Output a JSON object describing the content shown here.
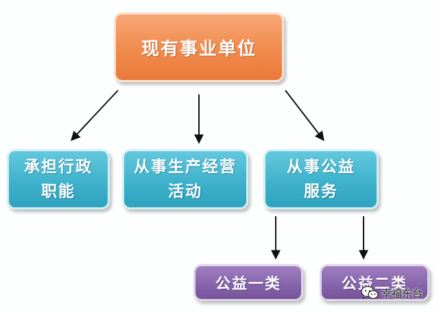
{
  "diagram": {
    "root": {
      "label": "现有事业单位"
    },
    "categories": [
      {
        "label": "承担行政\n职能"
      },
      {
        "label": "从事生产经营\n活动"
      },
      {
        "label": "从事公益\n服务"
      }
    ],
    "subcategories": [
      {
        "label": "公益一类"
      },
      {
        "label": "公益二类"
      }
    ]
  },
  "watermark": {
    "icon": "wechat-icon",
    "text": "幸福东台"
  },
  "colors": {
    "root_fill": "#f08a4c",
    "category_fill": "#3eb2cc",
    "subcategory_fill": "#8463aa",
    "arrow": "#111111"
  }
}
